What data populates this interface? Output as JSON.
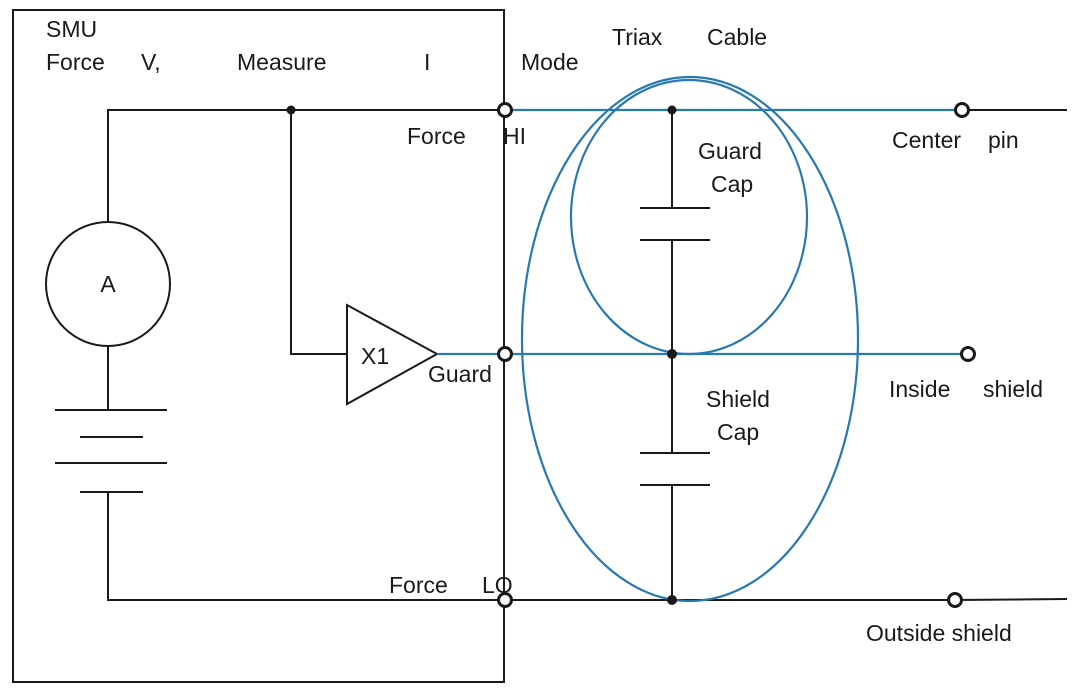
{
  "labels": {
    "smu": "SMU",
    "force_v": "Force",
    "v": "V,",
    "measure": "Measure",
    "i": "I",
    "mode": "Mode",
    "triax": "Triax",
    "cable": "Cable",
    "force_hi_force": "Force",
    "force_hi_hi": "HI",
    "center": "Center",
    "pin": "pin",
    "guard_cap_1": "Guard",
    "guard_cap_2": "Cap",
    "ammeter": "A",
    "buffer": "X1",
    "guard": "Guard",
    "shield_cap_1": "Shield",
    "shield_cap_2": "Cap",
    "inside": "Inside",
    "shield": "shield",
    "force_lo_force": "Force",
    "force_lo_lo": "LO",
    "outside_shield": "Outside shield"
  },
  "colors": {
    "wire": "#1a1a1a",
    "cable": "#2a78b0"
  }
}
